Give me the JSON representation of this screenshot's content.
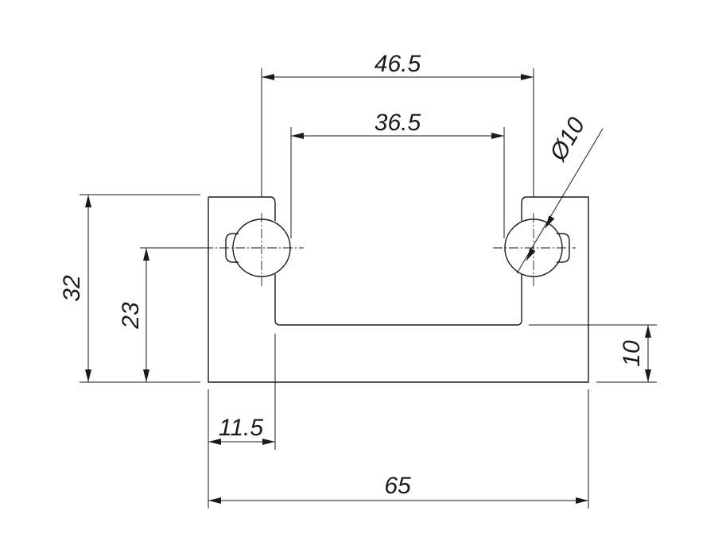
{
  "drawing": {
    "dimensions": {
      "top_outer_spacing": "46.5",
      "top_inner_spacing": "36.5",
      "hole_diameter": "Ø10",
      "overall_height": "32",
      "hole_center_height": "23",
      "base_thickness": "10",
      "wall_width": "11.5",
      "overall_width": "65"
    }
  }
}
